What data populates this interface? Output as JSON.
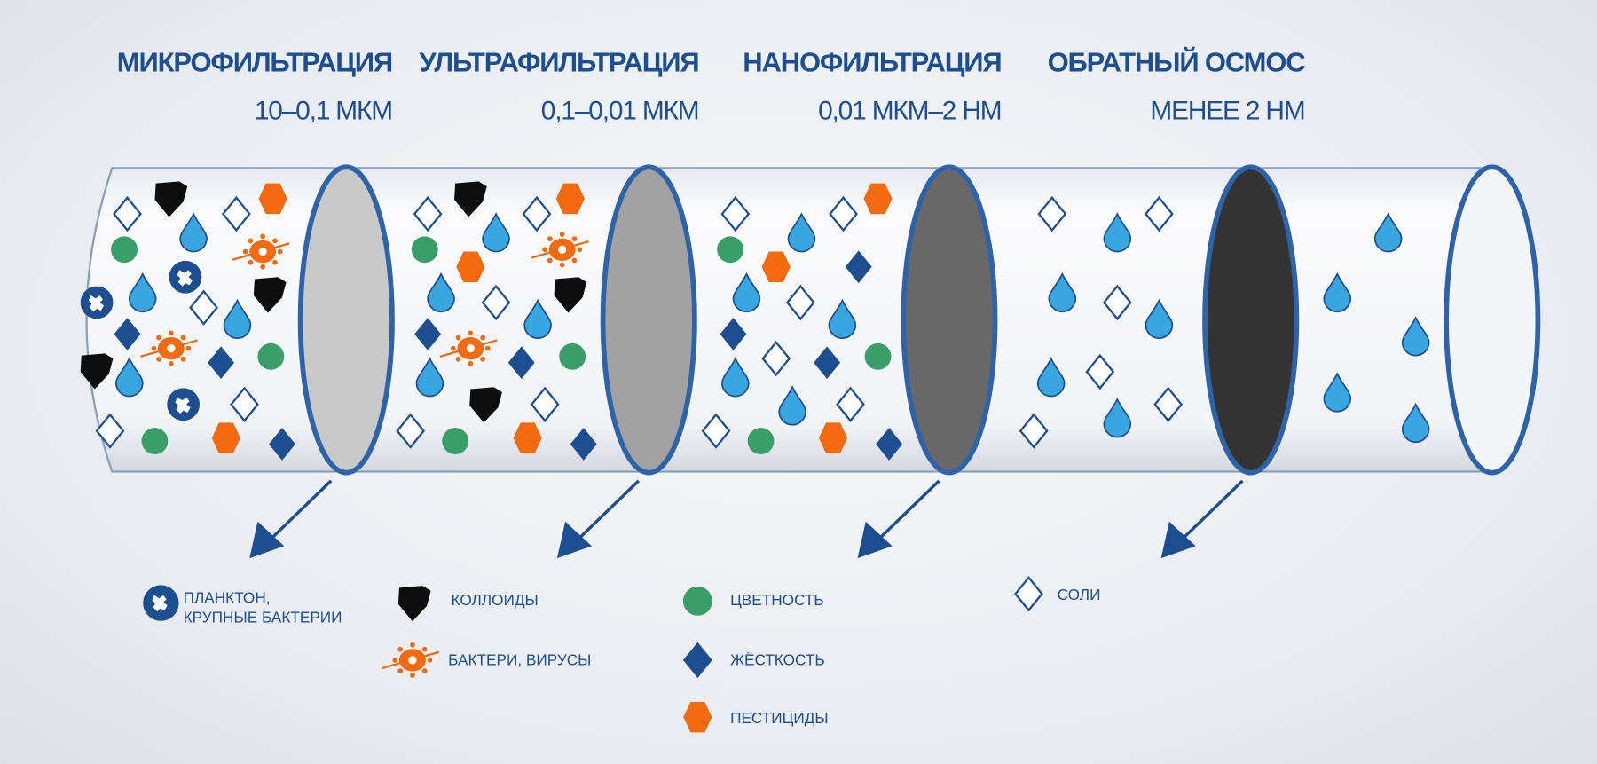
{
  "stages": [
    {
      "title": "МИКРОФИЛЬТРАЦИЯ",
      "range": "10–0,1 МКМ"
    },
    {
      "title": "УЛЬТРАФИЛЬТРАЦИЯ",
      "range": "0,1–0,01 МКМ"
    },
    {
      "title": "НАНОФИЛЬТРАЦИЯ",
      "range": "0,01 МКМ–2 НМ"
    },
    {
      "title": "ОБРАТНЫЙ ОСМОС",
      "range": "МЕНЕЕ 2 НМ"
    }
  ],
  "legend": {
    "plankton_line1": "ПЛАНКТОН,",
    "plankton_line2": "КРУПНЫЕ БАКТЕРИИ",
    "colloids": "КОЛЛОИДЫ",
    "bacteria": "БАКТЕРИ, ВИРУСЫ",
    "color": "ЦВЕТНОСТЬ",
    "hardness": "ЖЁСТКОСТЬ",
    "pesticides": "ПЕСТИЦИДЫ",
    "salts": "СОЛИ"
  },
  "colors": {
    "brand_blue": "#1d4e8f",
    "water_drop": "#3aa6e0",
    "green": "#3a9e6a",
    "orange": "#f26b12",
    "membranes": [
      "#c9c9c9",
      "#a2a2a2",
      "#686868",
      "#333333"
    ]
  }
}
